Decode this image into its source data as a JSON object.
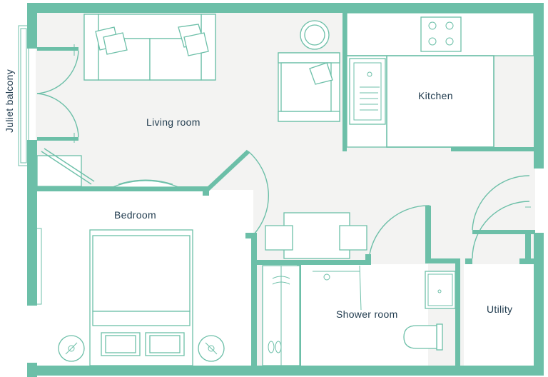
{
  "plan": {
    "wall_color": "#6cbfa8",
    "floor_color": "#f3f3f2",
    "label_color": "#1f3a4d",
    "rooms": {
      "living_room": "Living room",
      "kitchen": "Kitchen",
      "bedroom": "Bedroom",
      "shower_room": "Shower room",
      "utility": "Utility",
      "juliet_balcony": "Juliet balcony"
    }
  }
}
